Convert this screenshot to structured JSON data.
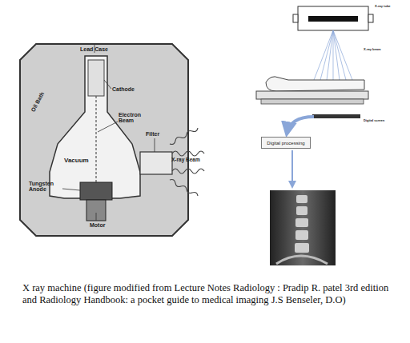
{
  "diagram": {
    "caption": "X ray machine (figure modified from Lecture Notes Radiology : Pradip R. patel 3rd edition and Radiology Handbook: a pocket guide to medical imaging J.S Benseler, D.O)",
    "nodes": [
      {
        "text": [
          "Digital processing"
        ]
      }
    ],
    "labels": [
      "Lead Case",
      "Cathode",
      "Oil Bath",
      "Electron Beam",
      "Filter",
      "Vacuum",
      "X-ray Beam",
      "Tungsten Anode",
      "Motor",
      "X-ray tube",
      "X-ray beam",
      "Digital screen"
    ]
  }
}
